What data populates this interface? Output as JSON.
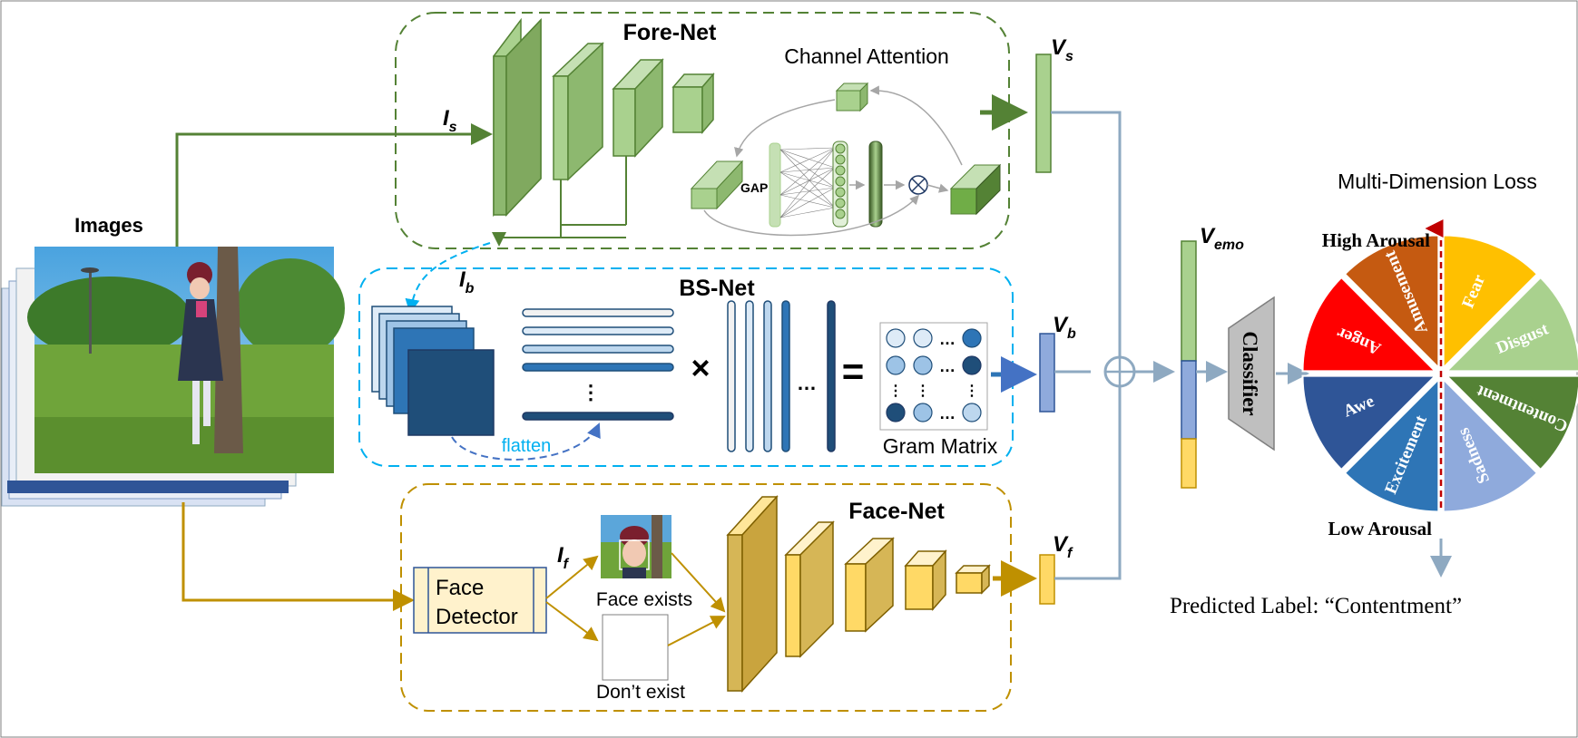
{
  "fore_net": {
    "title": "Fore-Net",
    "attention_title": "Channel Attention",
    "gap_label": "GAP",
    "input_label": "I",
    "input_sub": "s",
    "output_label": "V",
    "output_sub": "s"
  },
  "bs_net": {
    "title": "BS-Net",
    "input_label": "I",
    "input_sub": "b",
    "flatten_label": "flatten",
    "times_symbol": "×",
    "equals_symbol": "=",
    "vdots": "⋮",
    "hdots": "…",
    "gram_label": "Gram Matrix",
    "output_label": "V",
    "output_sub": "b"
  },
  "face_net": {
    "title": "Face-Net",
    "detector_label_1": "Face",
    "detector_label_2": "Detector",
    "input_label": "I",
    "input_sub": "f",
    "face_exists": "Face exists",
    "no_face": "Don’t exist",
    "output_label": "V",
    "output_sub": "f"
  },
  "images_label": "Images",
  "fusion": {
    "output_label": "V",
    "output_sub": "emo",
    "classifier_label": "Classifier"
  },
  "loss": {
    "title": "Multi-Dimension Loss",
    "high_arousal": "High Arousal",
    "low_arousal": "Low Arousal",
    "segments": [
      {
        "label": "Amusement",
        "color": "#C55A11"
      },
      {
        "label": "Fear",
        "color": "#FFC000"
      },
      {
        "label": "Disgust",
        "color": "#A9D18E"
      },
      {
        "label": "Contentment",
        "color": "#548235"
      },
      {
        "label": "Sadness",
        "color": "#8FAADC"
      },
      {
        "label": "Excitement",
        "color": "#2E75B6"
      },
      {
        "label": "Awe",
        "color": "#2F5597"
      },
      {
        "label": "Anger",
        "color": "#FF0000"
      }
    ]
  },
  "prediction": "Predicted Label:  “Contentment”",
  "colors": {
    "fore_green": "#548235",
    "light_green": "#A9D18E",
    "bs_blue": "#00B0F0",
    "dark_blue": "#1F4E79",
    "face_gold": "#BF9000",
    "gold": "#FFD966",
    "arrow_gray": "#8EA9C1"
  }
}
